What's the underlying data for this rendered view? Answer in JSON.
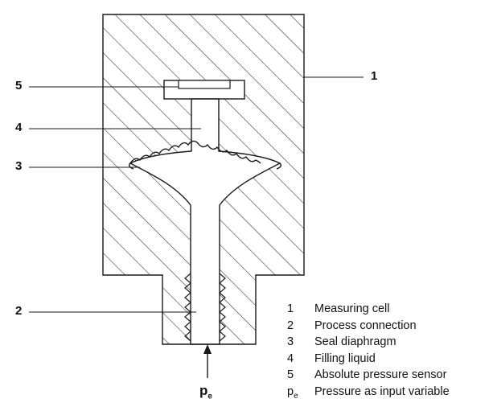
{
  "callouts": {
    "c1": "1",
    "c2": "2",
    "c3": "3",
    "c4": "4",
    "c5": "5"
  },
  "legend": [
    {
      "key": "1",
      "text": "Measuring cell"
    },
    {
      "key": "2",
      "text": "Process connection"
    },
    {
      "key": "3",
      "text": "Seal diaphragm"
    },
    {
      "key": "4",
      "text": "Filling liquid"
    },
    {
      "key": "5",
      "text": "Absolute pressure sensor"
    }
  ],
  "legend_pe": {
    "symbol": "p",
    "sub": "e",
    "text": "Pressure as input variable"
  },
  "input_label": {
    "symbol": "p",
    "sub": "e"
  },
  "colors": {
    "stroke": "#1a1a1a",
    "background": "#ffffff"
  }
}
